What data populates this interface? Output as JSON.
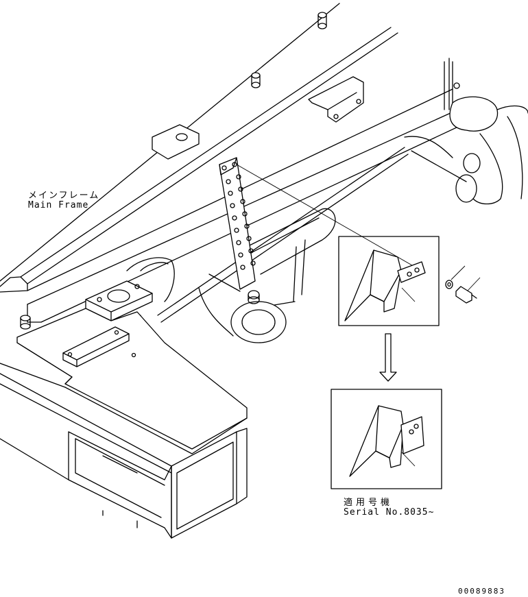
{
  "labels": {
    "main_frame_jp": "メインフレーム",
    "main_frame_en": "Main Frame",
    "serial_jp": "適用号機",
    "serial_en": "Serial No.8035~",
    "drawing_number": "00089883"
  },
  "colors": {
    "line": "#000000",
    "background": "#ffffff"
  }
}
